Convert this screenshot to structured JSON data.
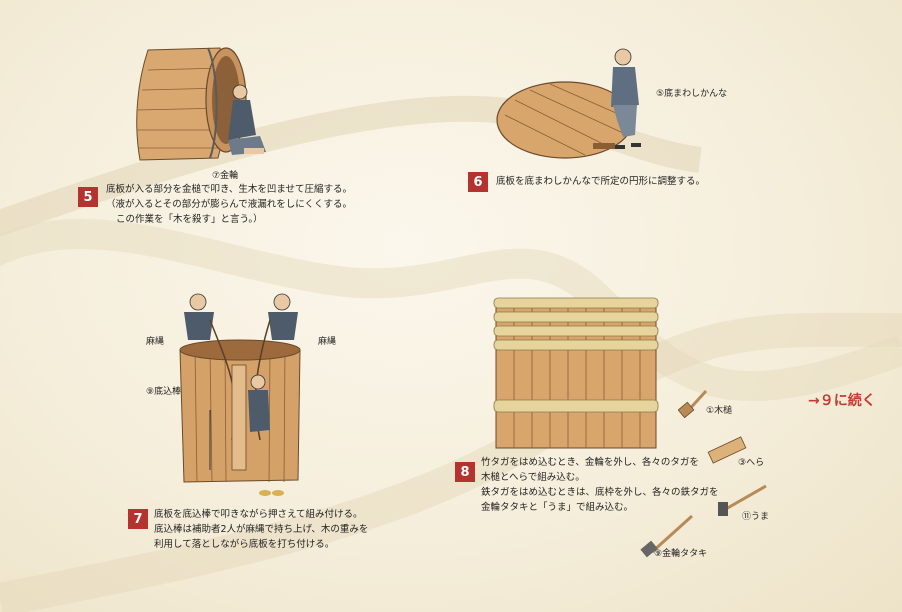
{
  "steps": [
    {
      "num": "5",
      "lines": [
        "底板が入る部分を金槌で叩き、生木を凹ませて圧縮する。",
        "（液が入るとその部分が膨らんで液漏れをしにくくする。",
        "この作業を「木を殺す」と言う。）"
      ]
    },
    {
      "num": "6",
      "lines": [
        "底板を底まわしかんなで所定の円形に調整する。"
      ]
    },
    {
      "num": "7",
      "lines": [
        "底板を底込棒で叩きながら押さえて組み付ける。",
        "底込棒は補助者2人が麻縄で持ち上げ、木の重みを",
        "利用して落としながら底板を打ち付ける。"
      ]
    },
    {
      "num": "8",
      "lines": [
        "竹タガをはめ込むとき、金輪を外し、各々のタガを",
        "木槌とへらで組み込む。",
        "鉄タガをはめ込むときは、底枠を外し、各々の鉄タガを",
        "金輪タタキと「うま」で組み込む。"
      ]
    }
  ],
  "labels": {
    "kanawa": "⑦金輪",
    "sokomawashi": "⑤底まわしかんな",
    "asanawa_left": "麻縄",
    "asanawa_right": "麻縄",
    "sokokomibou": "⑨底込棒",
    "kizuchi": "①木槌",
    "hera": "③へら",
    "uma": "⑪うま",
    "kanawa_tataki": "⑨金輪タタキ"
  },
  "continue_text": "→９に続く"
}
